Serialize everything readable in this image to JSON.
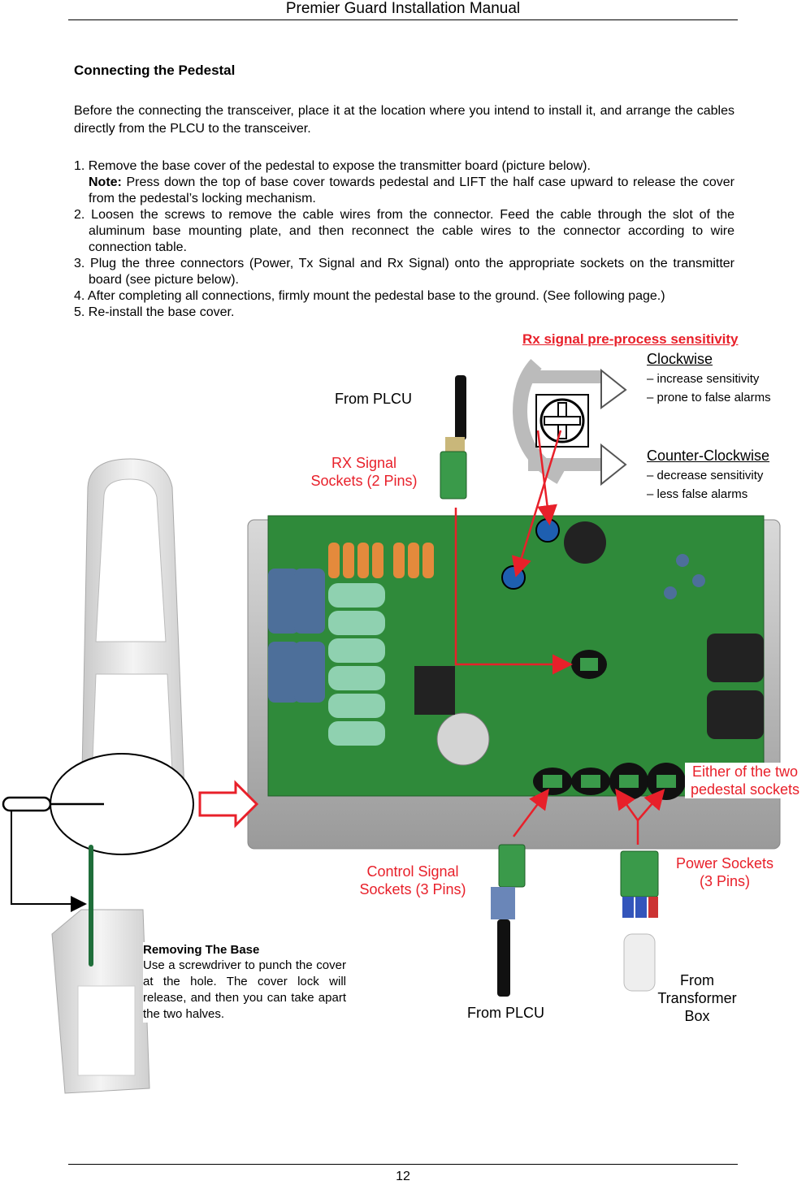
{
  "header": "Premier Guard Installation Manual",
  "section_title": "Connecting the Pedestal",
  "intro": "Before the connecting the transceiver, place it at the location where you intend to install it, and arrange the cables directly from the PLCU to the transceiver.",
  "steps": [
    "1. Remove the base cover of the pedestal to expose the transmitter board (picture below).",
    "2. Loosen the screws to remove the cable wires from the connector. Feed the cable through the slot of the aluminum base mounting plate, and then reconnect the cable wires to the connector according to wire connection table.",
    "3. Plug the three connectors (Power, Tx Signal and Rx Signal) onto the appropriate sockets on the transmitter board (see picture below).",
    "4. After completing all connections, firmly mount the pedestal base to the ground. (See following page.)",
    "5. Re-install the base cover."
  ],
  "note_label": "Note:",
  "note_text": "Press down the top of base cover towards pedestal and LIFT the half case upward to release the cover from the pedestal’s locking mechanism.",
  "figure": {
    "from_plcu_top": "From PLCU",
    "rx_signal_line1": "RX Signal",
    "rx_signal_line2": "Sockets (2 Pins)",
    "sensitivity_title": "Rx signal pre-process sensitivity",
    "clockwise": "Clockwise",
    "clockwise_items": [
      "– increase sensitivity",
      "– prone to false alarms"
    ],
    "counter_clockwise": "Counter-Clockwise",
    "counter_items": [
      "– decrease sensitivity",
      "– less false alarms"
    ],
    "either_line1": "Either of the two",
    "either_line2": "pedestal sockets",
    "power_line1": "Power Sockets",
    "power_line2": "(3 Pins)",
    "control_line1": "Control Signal",
    "control_line2": "Sockets (3 Pins)",
    "from_plcu_bottom": "From PLCU",
    "from_transformer_line1": "From",
    "from_transformer_line2": "Transformer",
    "from_transformer_line3": "Box",
    "removing_title": "Removing The Base",
    "removing_text": "Use a screwdriver to punch the cover at the hole. The cover lock will release, and then you can take apart the two halves."
  },
  "page_number": "12",
  "colors": {
    "annotation_red": "#e8202a",
    "board_green": "#2f8a3a",
    "base_plate": "#b9b9b9"
  }
}
